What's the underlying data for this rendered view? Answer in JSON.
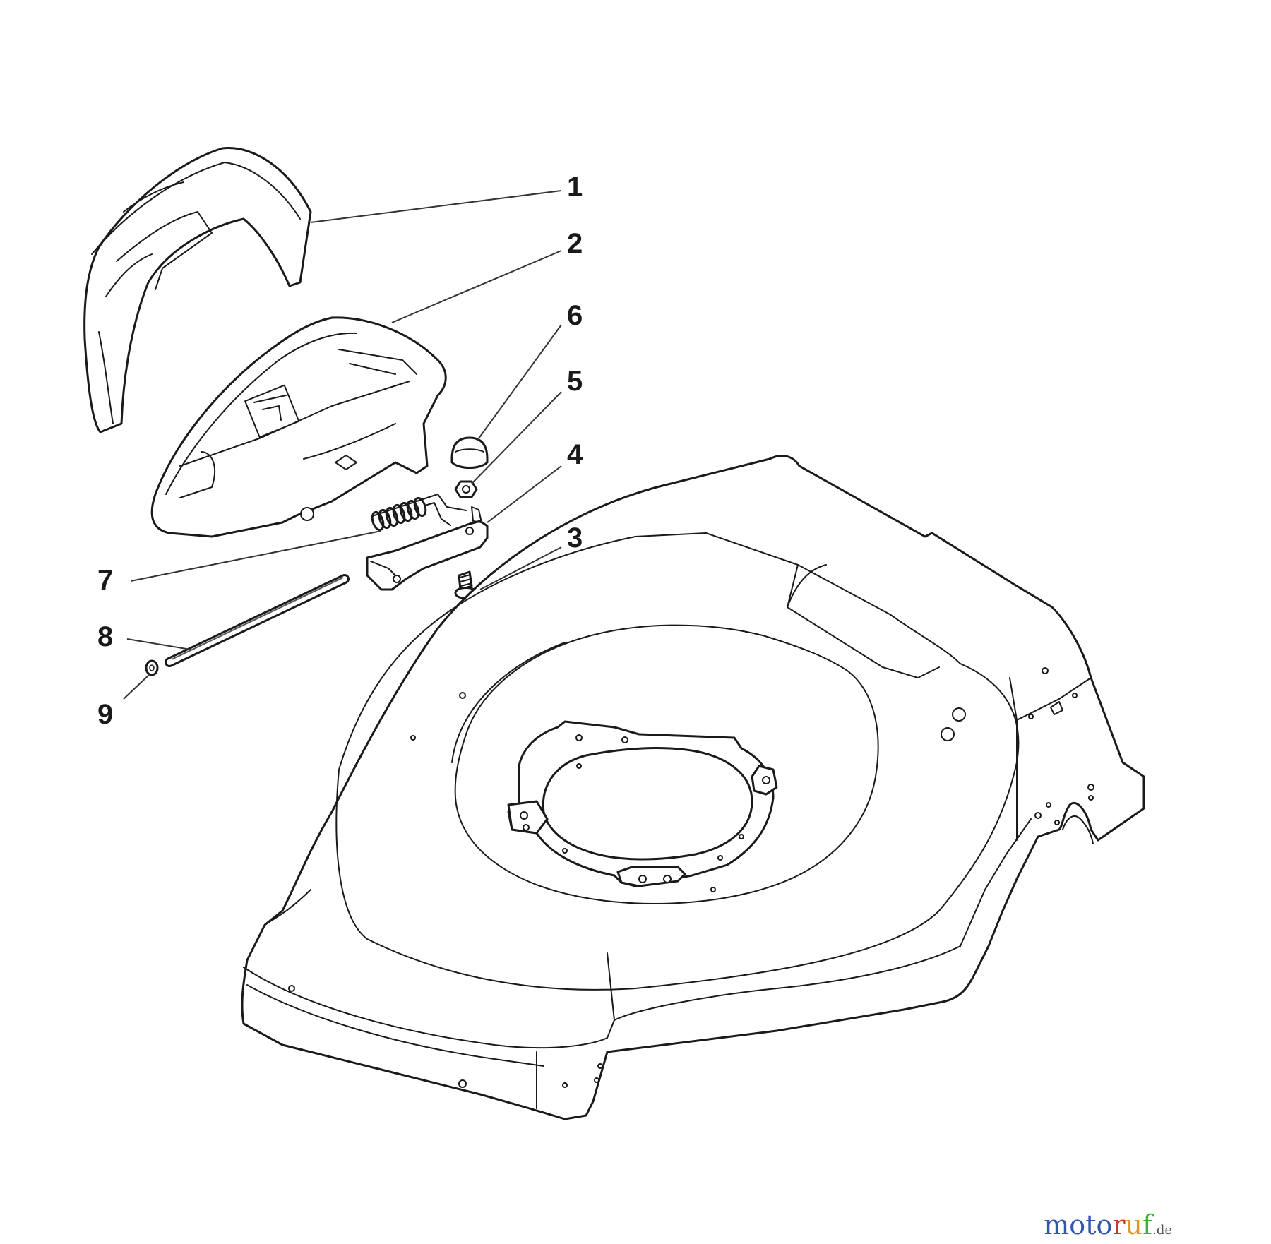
{
  "callouts": [
    {
      "label": "1",
      "part": "upper-handle-cover"
    },
    {
      "label": "2",
      "part": "rear-flap-housing"
    },
    {
      "label": "3",
      "part": "screw"
    },
    {
      "label": "4",
      "part": "flap-bracket"
    },
    {
      "label": "5",
      "part": "nut"
    },
    {
      "label": "6",
      "part": "cap-nut"
    },
    {
      "label": "7",
      "part": "torsion-spring"
    },
    {
      "label": "8",
      "part": "hinge-rod"
    },
    {
      "label": "9",
      "part": "washer"
    }
  ],
  "watermark": {
    "text_main": "motoruf",
    "text_suffix": ".de",
    "colors": {
      "m": "#3355aa",
      "o1": "#3355aa",
      "t": "#3355aa",
      "o2": "#3355aa",
      "r": "#cc3333",
      "u": "#dd9922",
      "f": "#44aa44"
    }
  }
}
